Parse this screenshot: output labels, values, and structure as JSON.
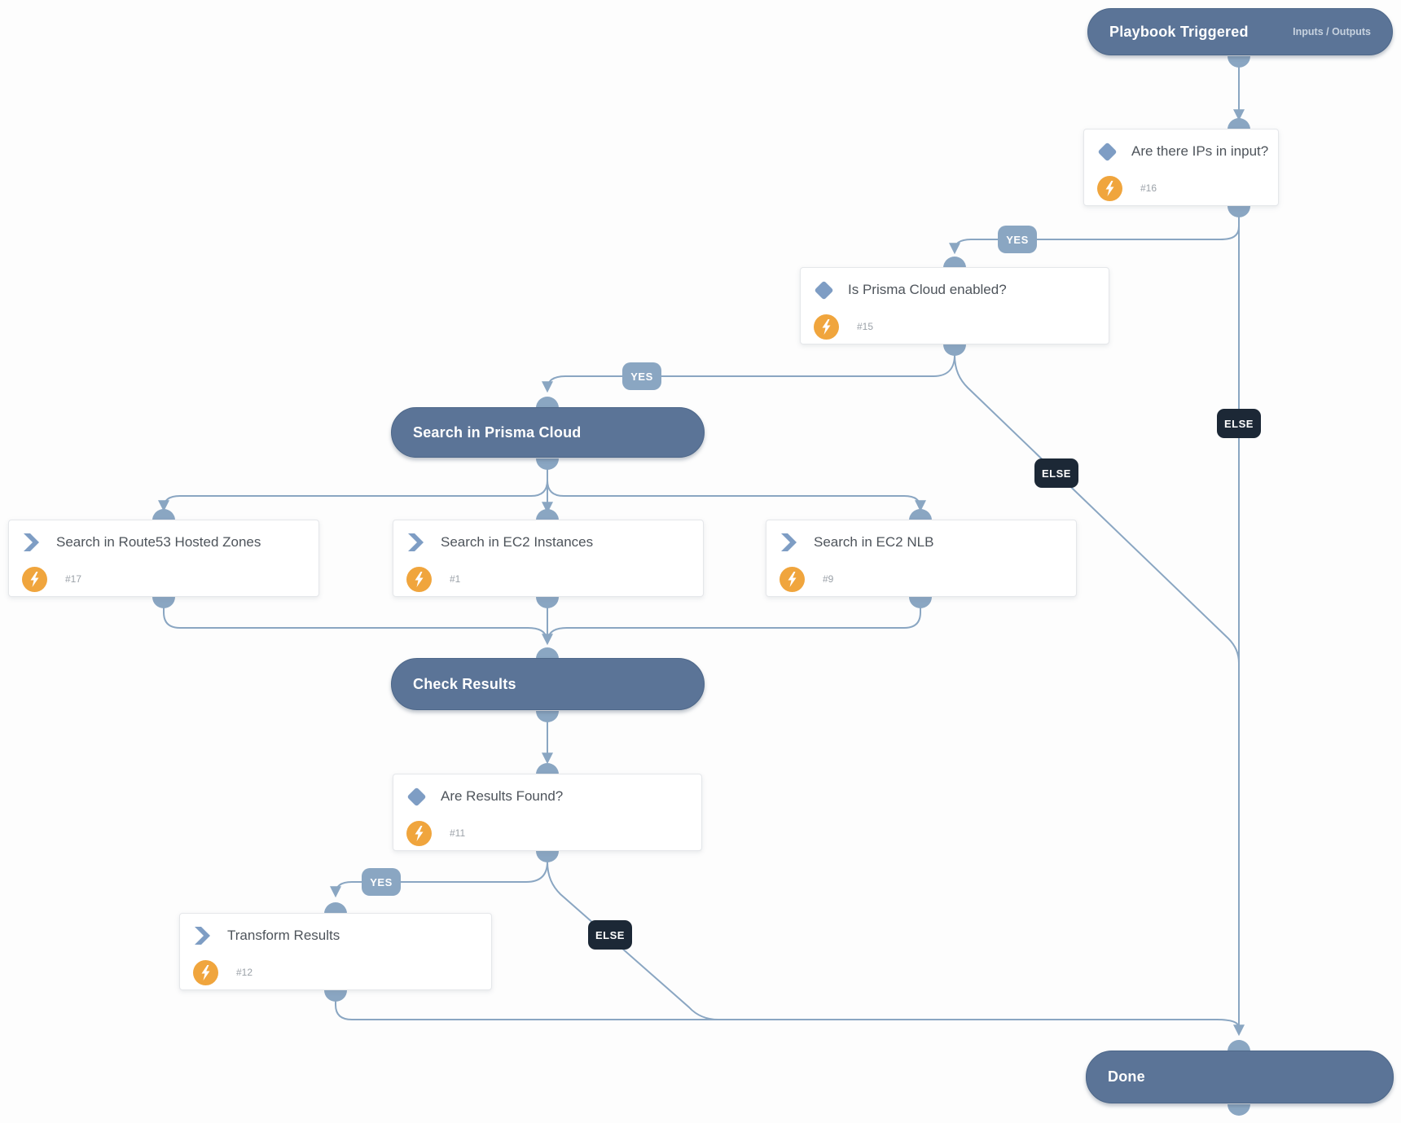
{
  "labels": {
    "yes": "YES",
    "else": "ELSE"
  },
  "nodes": {
    "start": {
      "title": "Playbook Triggered",
      "link": "Inputs / Outputs"
    },
    "cond16": {
      "title": "Are there IPs in input?",
      "id": "#16"
    },
    "cond15": {
      "title": "Is Prisma Cloud enabled?",
      "id": "#15"
    },
    "section_prisma": {
      "title": "Search in Prisma Cloud"
    },
    "task17": {
      "title": "Search in Route53 Hosted Zones",
      "id": "#17"
    },
    "task1": {
      "title": "Search in EC2 Instances",
      "id": "#1"
    },
    "task9": {
      "title": "Search in EC2 NLB",
      "id": "#9"
    },
    "section_check": {
      "title": "Check Results"
    },
    "cond11": {
      "title": "Are Results Found?",
      "id": "#11"
    },
    "task12": {
      "title": "Transform Results",
      "id": "#12"
    },
    "done": {
      "title": "Done"
    }
  },
  "colors": {
    "pill": "#5b7497",
    "connector": "#8aa6c2",
    "yes_badge": "#8aa6c2",
    "else_badge": "#1c2836",
    "bolt_circle": "#f0a53d",
    "icon_blue": "#7e9dc4",
    "card_border": "#e5e7ea",
    "title_text": "#4e545b"
  }
}
